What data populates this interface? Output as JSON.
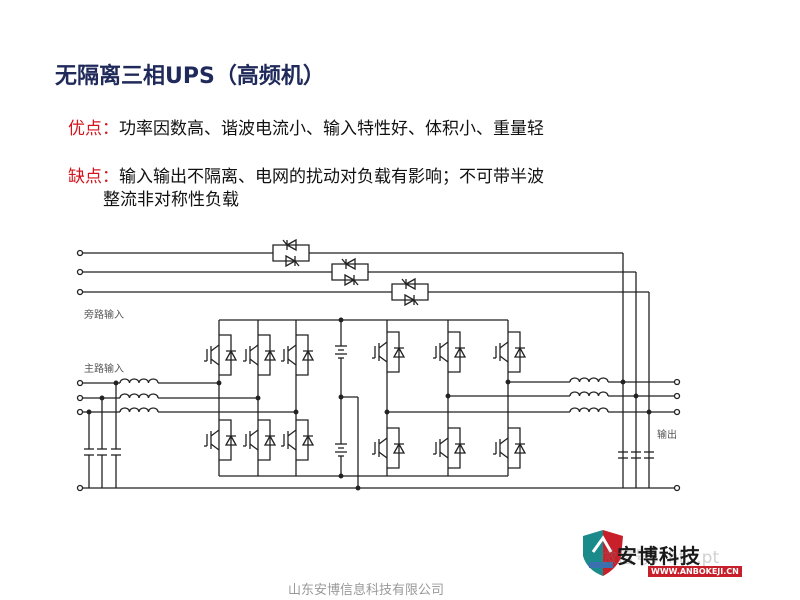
{
  "title": "无隔离三相UPS（高频机）",
  "pros": {
    "label": "优点：",
    "text": "功率因数高、谐波电流小、输入特性好、体积小、重量轻"
  },
  "cons": {
    "label": "缺点：",
    "text_line1": "输入输出不隔离、电网的扰动对负载有影响；不可带半波",
    "text_line2": "整流非对称性负载"
  },
  "diagram": {
    "bypass_input_label": "旁路输入",
    "main_input_label": "主路输入",
    "output_label": "输出"
  },
  "footer": "山东安博信息科技有限公司",
  "logo": {
    "name": "安博科技",
    "url": "WWW.ANBOKEJI.CN"
  },
  "watermark": "微信号：ht...pt",
  "colors": {
    "title": "#1f2a5a",
    "label_red": "#d4141c",
    "logo_red": "#c8202a",
    "logo_teal": "#1a8a8a"
  }
}
